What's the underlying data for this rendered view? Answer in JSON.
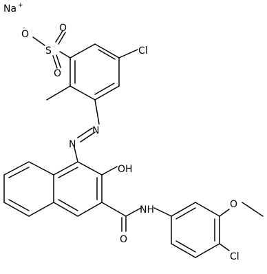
{
  "molecule": {
    "counterion": {
      "symbol": "Na",
      "charge": "+"
    },
    "sulfonate": {
      "s": "S",
      "o_top": "O",
      "o_bottom": "O",
      "o_minus": "O",
      "minus": "-"
    },
    "chloro_top": "Cl",
    "hydroxy": "OH",
    "amide_nh": "NH",
    "amide_o": "O",
    "methoxy_o": "O",
    "chloro_bottom": "Cl",
    "azo_n1": "N",
    "azo_n2": "N"
  }
}
